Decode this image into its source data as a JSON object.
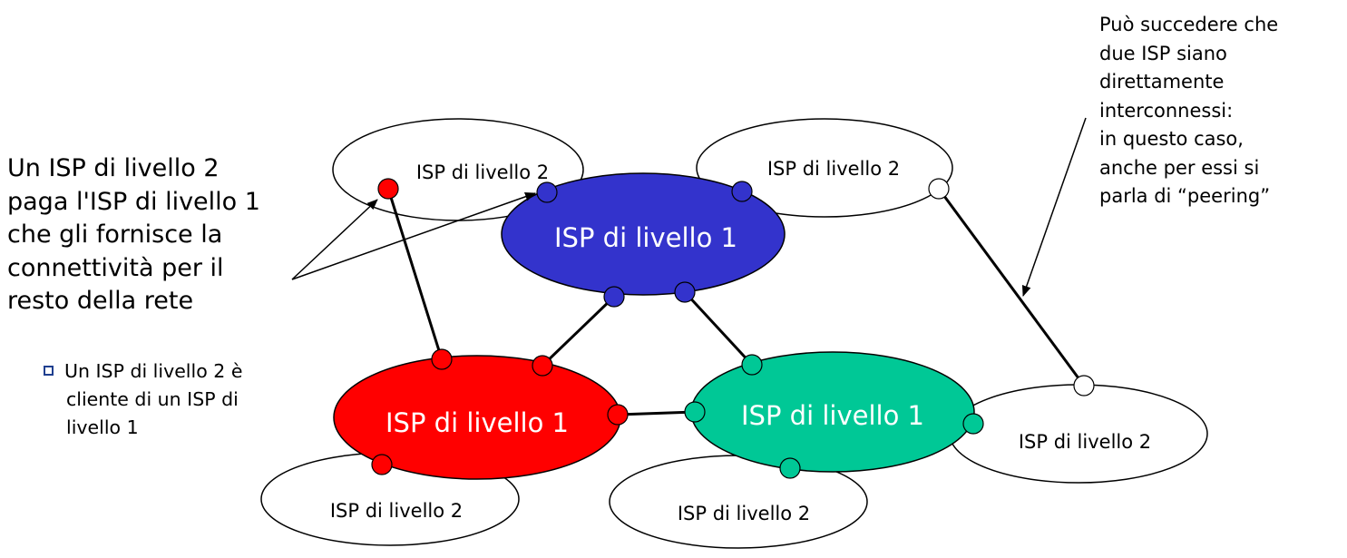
{
  "diagram": {
    "nodes": [
      {
        "id": "t1-top",
        "tier": "tier1",
        "label": "ISP di livello 1",
        "color": "#3333cc",
        "text_color": "#ffffff"
      },
      {
        "id": "t1-left",
        "tier": "tier1",
        "label": "ISP di livello 1",
        "color": "#ff0000",
        "text_color": "#ffffff"
      },
      {
        "id": "t1-right",
        "tier": "tier1",
        "label": "ISP di livello 1",
        "color": "#00c896",
        "text_color": "#ffffff"
      },
      {
        "id": "t2-a",
        "tier": "tier2",
        "label": "ISP di livello 2",
        "color": "#ffffff",
        "text_color": "#000000"
      },
      {
        "id": "t2-b",
        "tier": "tier2",
        "label": "ISP di livello 2",
        "color": "#ffffff",
        "text_color": "#000000"
      },
      {
        "id": "t2-c",
        "tier": "tier2",
        "label": "ISP di livello 2",
        "color": "#ffffff",
        "text_color": "#000000"
      },
      {
        "id": "t2-d",
        "tier": "tier2",
        "label": "ISP di livello 2",
        "color": "#ffffff",
        "text_color": "#000000"
      },
      {
        "id": "t2-e",
        "tier": "tier2",
        "label": "ISP di livello 2",
        "color": "#ffffff",
        "text_color": "#000000"
      }
    ],
    "left_text": {
      "main": [
        "Un ISP di livello 2",
        "paga l'ISP di livello 1",
        "che gli fornisce la",
        "connettività per il",
        "resto della rete"
      ],
      "sub": [
        "Un ISP di livello 2 è",
        "cliente di un ISP di",
        "livello 1"
      ]
    },
    "right_text": [
      "Può succedere che",
      "due ISP siano",
      "direttamente",
      "interconnessi:",
      "in questo caso,",
      "anche per essi si",
      "parla di “peering”"
    ]
  }
}
